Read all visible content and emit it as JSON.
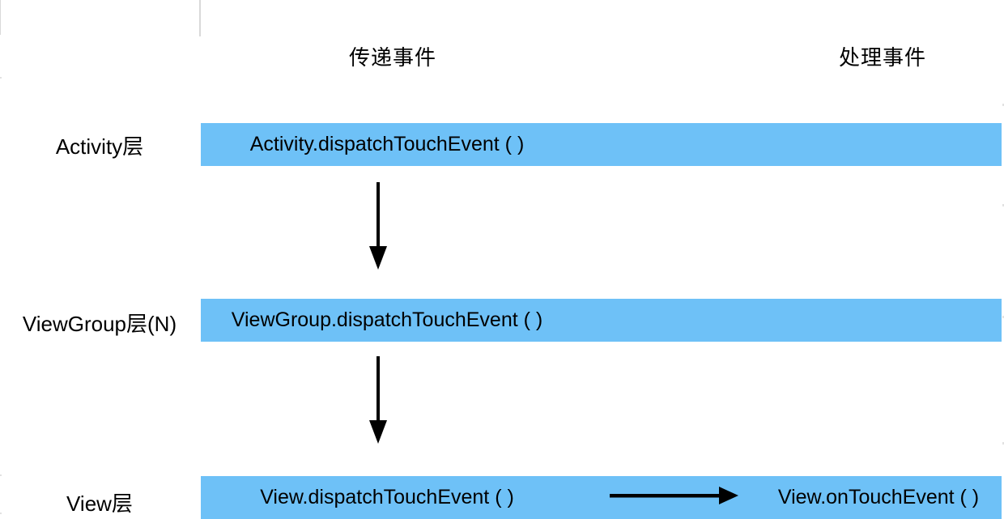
{
  "diagram": {
    "topic": "Android touch event dispatch flow",
    "headers": {
      "dispatch": "传递事件",
      "handle": "处理事件"
    },
    "rows": [
      {
        "label": "Activity层",
        "dispatch_method": "Activity.dispatchTouchEvent ( )"
      },
      {
        "label": "ViewGroup层(N)",
        "dispatch_method": "ViewGroup.dispatchTouchEvent ( )"
      },
      {
        "label": "View层",
        "dispatch_method": "View.dispatchTouchEvent ( )",
        "handle_method": "View.onTouchEvent ( )"
      }
    ],
    "arrows": {
      "vertical": [
        {
          "from": "Activity.dispatchTouchEvent ( )",
          "to": "ViewGroup.dispatchTouchEvent ( )",
          "icon": "arrow-down-icon"
        },
        {
          "from": "ViewGroup.dispatchTouchEvent ( )",
          "to": "View.dispatchTouchEvent ( )",
          "icon": "arrow-down-icon"
        }
      ],
      "horizontal": [
        {
          "from": "View.dispatchTouchEvent ( )",
          "to": "View.onTouchEvent ( )",
          "icon": "arrow-right-icon"
        }
      ]
    }
  },
  "colors": {
    "bar_blue": "#6EC1F7",
    "arrow_black": "#000000",
    "border_gray": "#D9D9D9",
    "text_black": "#000000"
  }
}
